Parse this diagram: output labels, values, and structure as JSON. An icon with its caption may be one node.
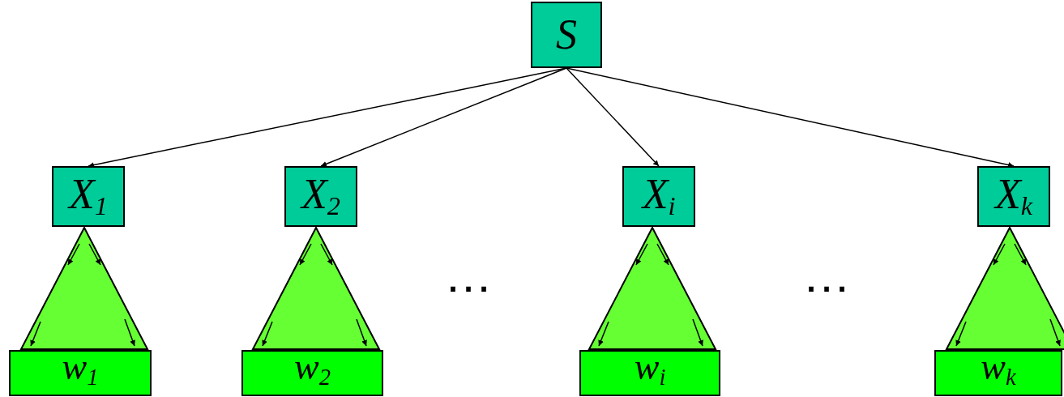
{
  "diagram": {
    "nodes": [
      {
        "text": [
          "S"
        ]
      },
      {
        "text": [
          "X$_{1}$"
        ]
      },
      {
        "text": [
          "X$_{2}$"
        ]
      },
      {
        "text": [
          "X$_{i}$"
        ]
      },
      {
        "text": [
          "X$_{k}$"
        ]
      },
      {
        "text": [],
        "shape": "triangle"
      },
      {
        "text": [],
        "shape": "triangle"
      },
      {
        "text": [],
        "shape": "triangle"
      },
      {
        "text": [],
        "shape": "triangle"
      },
      {
        "text": [
          "w$_{1}$"
        ]
      },
      {
        "text": [
          "w$_{2}$"
        ]
      },
      {
        "text": [
          "w$_{i}$"
        ]
      },
      {
        "text": [
          "w$_{k}$"
        ]
      }
    ],
    "edges": [
      {
        "from": 0,
        "to": 1,
        "arrow": "to"
      },
      {
        "from": 0,
        "to": 2,
        "arrow": "to"
      },
      {
        "from": 0,
        "to": 3,
        "arrow": "to"
      },
      {
        "from": 0,
        "to": 4,
        "arrow": "to"
      }
    ],
    "labels": [
      "…",
      "…"
    ]
  }
}
